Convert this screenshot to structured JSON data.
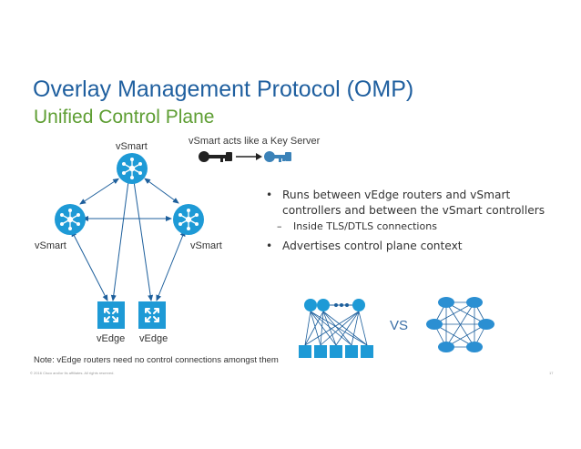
{
  "slide": {
    "title": "Overlay Management Protocol (OMP)",
    "subtitle": "Unified Control Plane",
    "key_server_label": "vSmart acts like a Key Server",
    "nodes": {
      "vsmart_top": "vSmart",
      "vsmart_left": "vSmart",
      "vsmart_right": "vSmart",
      "vedge_left": "vEdge",
      "vedge_right": "vEdge"
    },
    "bullets": [
      {
        "text": "Runs between vEdge routers and vSmart controllers and between the vSmart controllers",
        "sub": "Inside TLS/DTLS connections"
      },
      {
        "text": "Advertises control plane context"
      }
    ],
    "vs_label": "VS",
    "note": "Note: vEdge routers need no control  connections amongst them",
    "copyright": "© 2016 Cisco and/or its affiliates. All rights reserved.",
    "page_number": "17"
  },
  "colors": {
    "title": "#1f5f9f",
    "subtitle": "#5e9e33",
    "node_fill": "#1e9ad6",
    "key_dark": "#222222",
    "key_blue": "#3b82b8",
    "arrow": "#1d5f9c",
    "router_blue": "#2b8fd2"
  },
  "icons": [
    "vsmart-hub-icon",
    "vedge-router-icon",
    "key-icon",
    "router-icon"
  ]
}
